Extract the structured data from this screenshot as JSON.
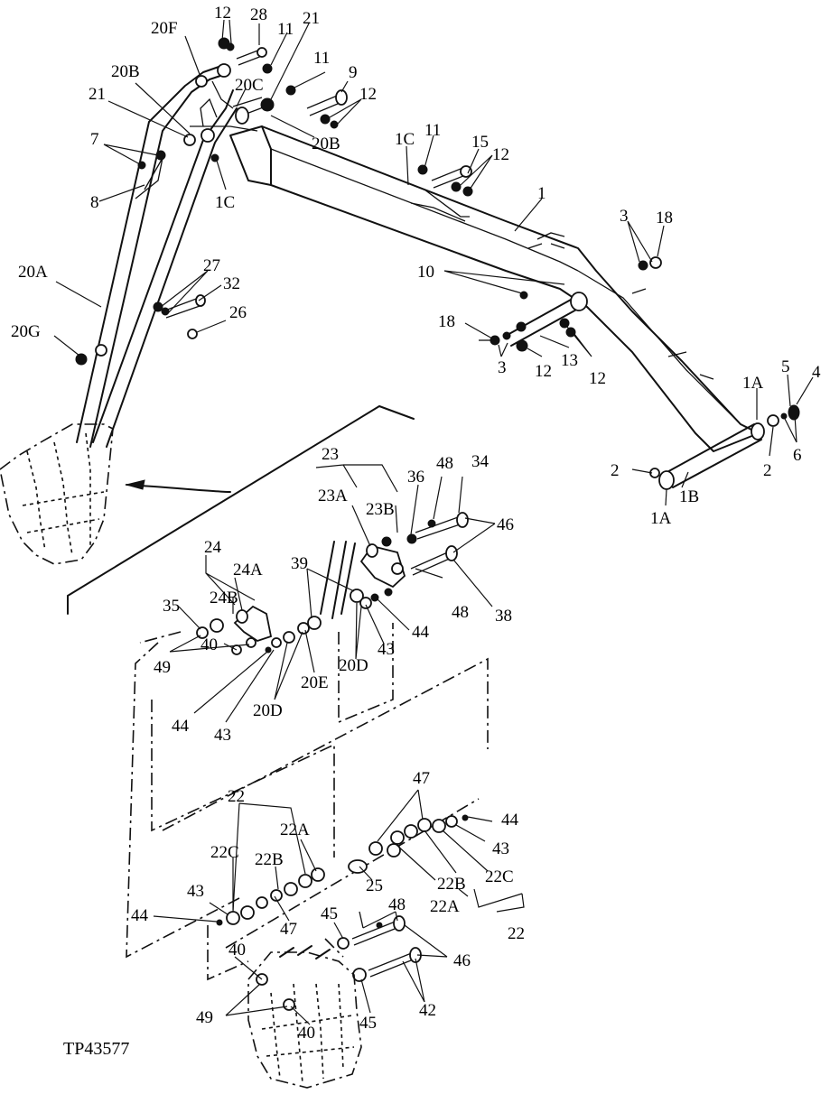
{
  "figure_id": "TP43577",
  "callouts": {
    "c12a": "12",
    "c28": "28",
    "c20F": "20F",
    "c11a": "11",
    "c21a": "21",
    "c20B_a": "20B",
    "c11b": "11",
    "c20C": "20C",
    "c9": "9",
    "c12b": "12",
    "c21b": "21",
    "c20B_b": "20B",
    "c7": "7",
    "c1C_a": "1C",
    "c11c": "11",
    "c15": "15",
    "c12c": "12",
    "c8": "8",
    "c1C_b": "1C",
    "c1": "1",
    "c3a": "3",
    "c18a": "18",
    "c20A": "20A",
    "c27": "27",
    "c32": "32",
    "c10": "10",
    "c26": "26",
    "c20G": "20G",
    "c18b": "18",
    "c12d": "12",
    "c3b": "3",
    "c13": "13",
    "c12e": "12",
    "c1A_a": "1A",
    "c5": "5",
    "c4": "4",
    "c2a": "2",
    "c6": "6",
    "c2b": "2",
    "c1A_b": "1A",
    "c1B": "1B",
    "c23": "23",
    "c23A": "23A",
    "c23B": "23B",
    "c36": "36",
    "c48a": "48",
    "c34": "34",
    "c46a": "46",
    "c24": "24",
    "c24A": "24A",
    "c39": "39",
    "c48b": "48",
    "c38": "38",
    "c35": "35",
    "c24B": "24B",
    "c44a": "44",
    "c43a": "43",
    "c40a": "40",
    "c20D_a": "20D",
    "c49a": "49",
    "c20E": "20E",
    "c44b": "44",
    "c20D_b": "20D",
    "c43b": "43",
    "c47a": "47",
    "c22a": "22",
    "c22A_a": "22A",
    "c44c": "44",
    "c43c": "43",
    "c22C_a": "22C",
    "c22B_a": "22B",
    "c22B_b": "22B",
    "c22C_b": "22C",
    "c43d": "43",
    "c25": "25",
    "c22A_b": "22A",
    "c44d": "44",
    "c47b": "47",
    "c22b": "22",
    "c45a": "45",
    "c48c": "48",
    "c46b": "46",
    "c40b": "40",
    "c42": "42",
    "c49b": "49",
    "c45b": "45",
    "c40c": "40"
  }
}
